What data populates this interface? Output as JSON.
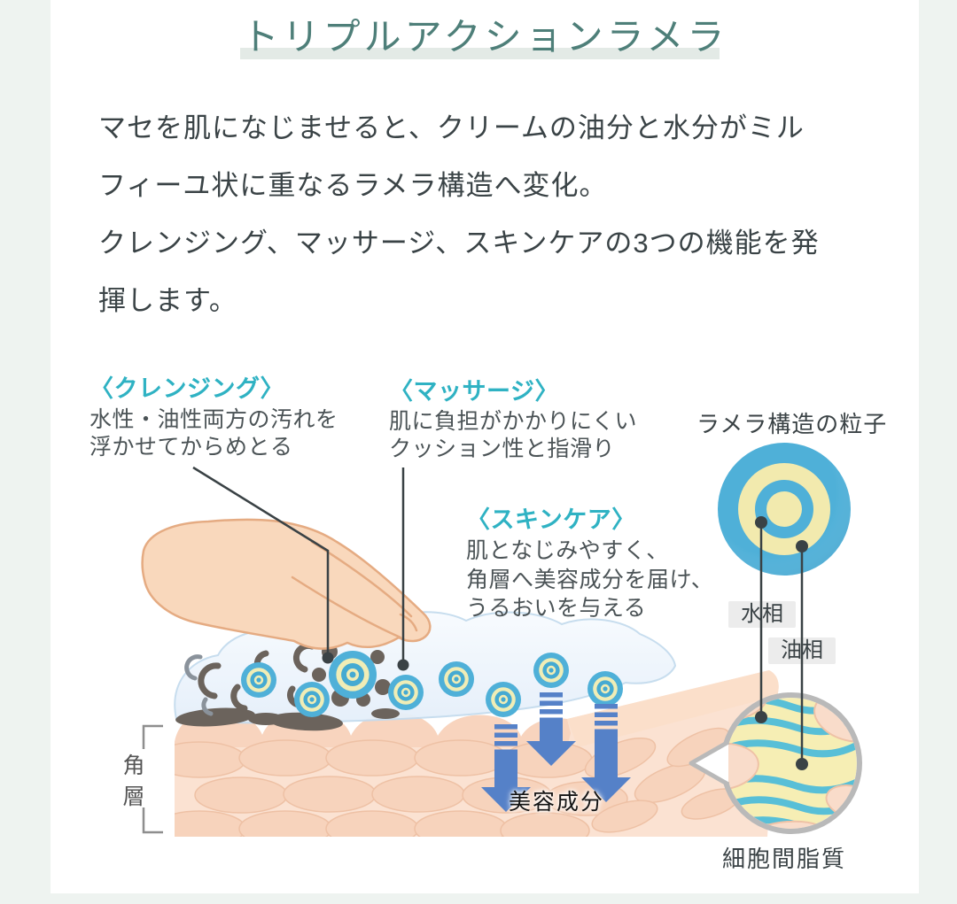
{
  "title": {
    "text": "トリプルアクションラメラ"
  },
  "intro": {
    "text": "マセを肌になじませると、クリームの油分と水分がミル\nフィーユ状に重なるラメラ構造へ変化。\nクレンジング、マッサージ、スキンケアの3つの機能を発\n揮します。"
  },
  "callouts": {
    "cleansing": {
      "heading": "〈クレンジング〉",
      "body": "水性・油性両方の汚れを\n浮かせてからめとる"
    },
    "massage": {
      "heading": "〈マッサージ〉",
      "body": "肌に負担がかかりにくい\nクッション性と指滑り"
    },
    "skincare": {
      "heading": "〈スキンケア〉",
      "body": "肌となじみやすく、\n角層へ美容成分を届け、\nうるおいを与える"
    }
  },
  "diagram_labels": {
    "lamella_particle": "ラメラ構造の粒子",
    "water_phase": "水相",
    "oil_phase": "油相",
    "intercellular_lipid": "細胞間脂質",
    "beauty_ingredient": "美容成分",
    "stratum_corneum": "角層"
  },
  "colors": {
    "page_background": "#eef3f0",
    "card_background": "#ffffff",
    "title_teal": "#4e7f79",
    "title_underline": "#e3eae6",
    "body_text": "#3a4346",
    "heading_cyan": "#2fb2c3",
    "particle_blue": "#4fb0d8",
    "particle_yellow": "#f0edb6",
    "arrow_blue": "#5581c8",
    "skin_tone": "#fbe2d2",
    "dirt_gray": "#6b635c",
    "label_box_gray": "#ececec",
    "callout_line": "#3a4245"
  }
}
